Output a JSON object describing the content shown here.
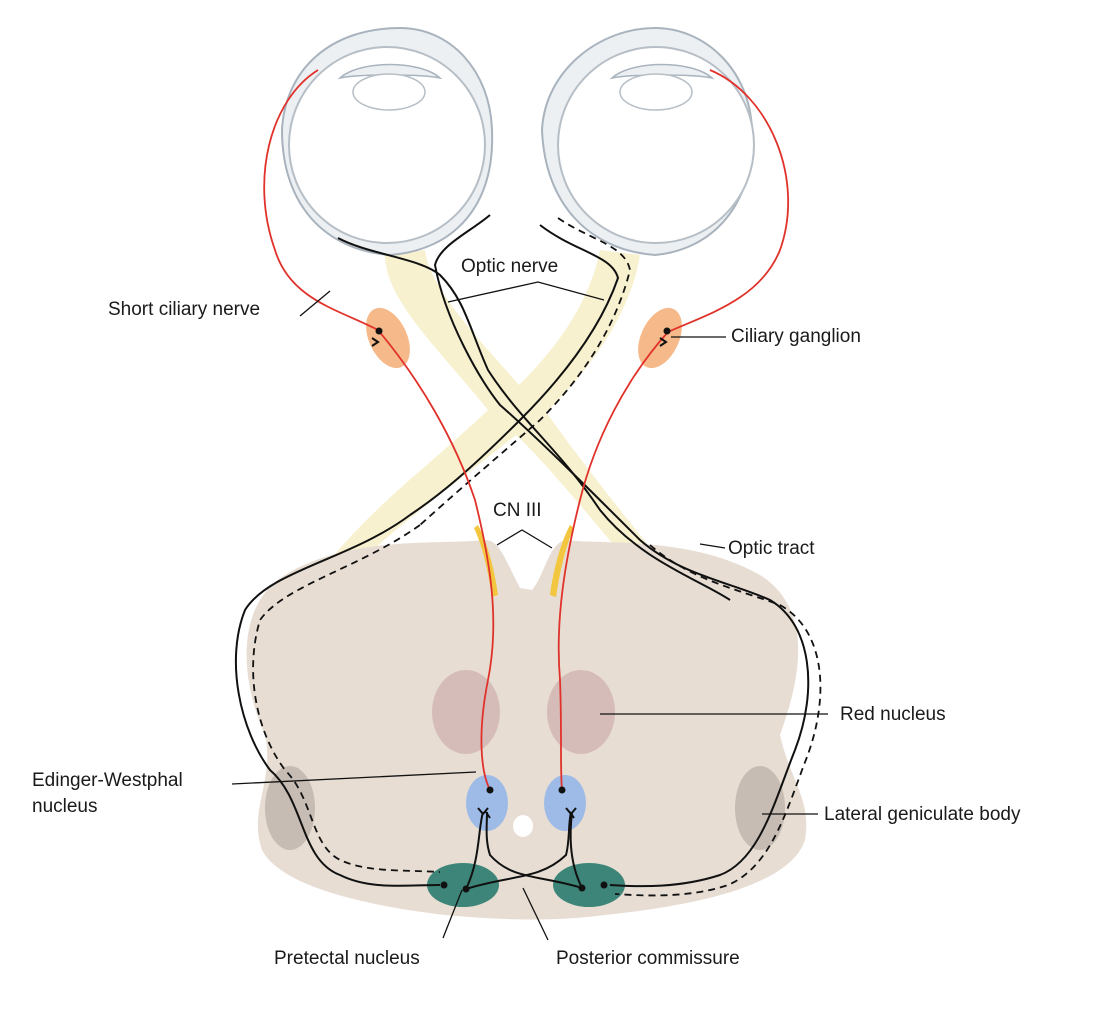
{
  "labels": {
    "optic_nerve": "Optic nerve",
    "short_ciliary_nerve": "Short ciliary nerve",
    "ciliary_ganglion": "Ciliary ganglion",
    "cn_iii": "CN III",
    "optic_tract": "Optic tract",
    "red_nucleus": "Red nucleus",
    "edinger_westphal_line1": "Edinger-Westphal",
    "edinger_westphal_line2": "nucleus",
    "lateral_geniculate_body": "Lateral geniculate body",
    "pretectal_nucleus": "Pretectal nucleus",
    "posterior_commissure": "Posterior commissure"
  },
  "colors": {
    "parasympathetic_nerve": "#e0322a",
    "optic_pathway": "#f7f1cf",
    "midbrain": "#e7ddd3",
    "eyeball_outline": "#c5ccd3",
    "ganglion": "#f5b98a",
    "edinger_westphal": "#9dbbe6",
    "pretectal": "#3c8578",
    "red_nucleus": "#c9a6a6",
    "cn_iii_glow": "#f3c63f"
  }
}
